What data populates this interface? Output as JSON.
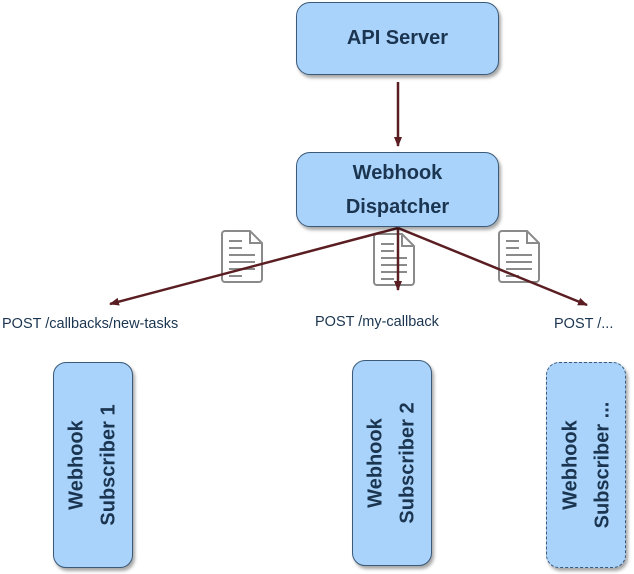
{
  "diagram": {
    "nodes": {
      "api_server": {
        "label": "API Server"
      },
      "dispatcher": {
        "line1": "Webhook",
        "line2": "Dispatcher"
      },
      "subscriber_1": {
        "line1": "Webhook",
        "line2": "Subscriber 1"
      },
      "subscriber_2": {
        "line1": "Webhook",
        "line2": "Subscriber 2"
      },
      "subscriber_n": {
        "line1": "Webhook",
        "line2": "Subscriber ...",
        "style": "dashed"
      }
    },
    "edges": [
      {
        "from": "api_server",
        "to": "dispatcher"
      },
      {
        "from": "dispatcher",
        "to": "subscriber_1",
        "label": "POST /callbacks/new-tasks"
      },
      {
        "from": "dispatcher",
        "to": "subscriber_2",
        "label": "POST /my-callback"
      },
      {
        "from": "dispatcher",
        "to": "subscriber_n",
        "label": "POST /..."
      }
    ],
    "icons": [
      "document-icon",
      "document-icon",
      "document-icon"
    ],
    "colors": {
      "node_fill": "#a9d3fb",
      "node_border": "#3a5a78",
      "text": "#1b3550",
      "arrow": "#5a1e22",
      "icon": "#8a8a8a"
    }
  }
}
